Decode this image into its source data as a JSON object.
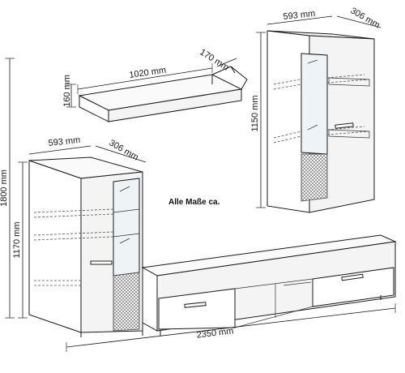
{
  "note": "Alle Maße ca.",
  "dimensions": {
    "wall_shelf_width": "1020 mm",
    "wall_shelf_depth": "170 mm",
    "wall_shelf_height": "160 mm",
    "hanging_cabinet_width": "593 mm",
    "hanging_cabinet_depth": "306 mm",
    "hanging_cabinet_height": "1150 mm",
    "standing_cabinet_width": "593 mm",
    "standing_cabinet_depth": "306 mm",
    "standing_cabinet_height": "1170 mm",
    "total_height": "1800 mm",
    "total_width": "2350 mm"
  }
}
